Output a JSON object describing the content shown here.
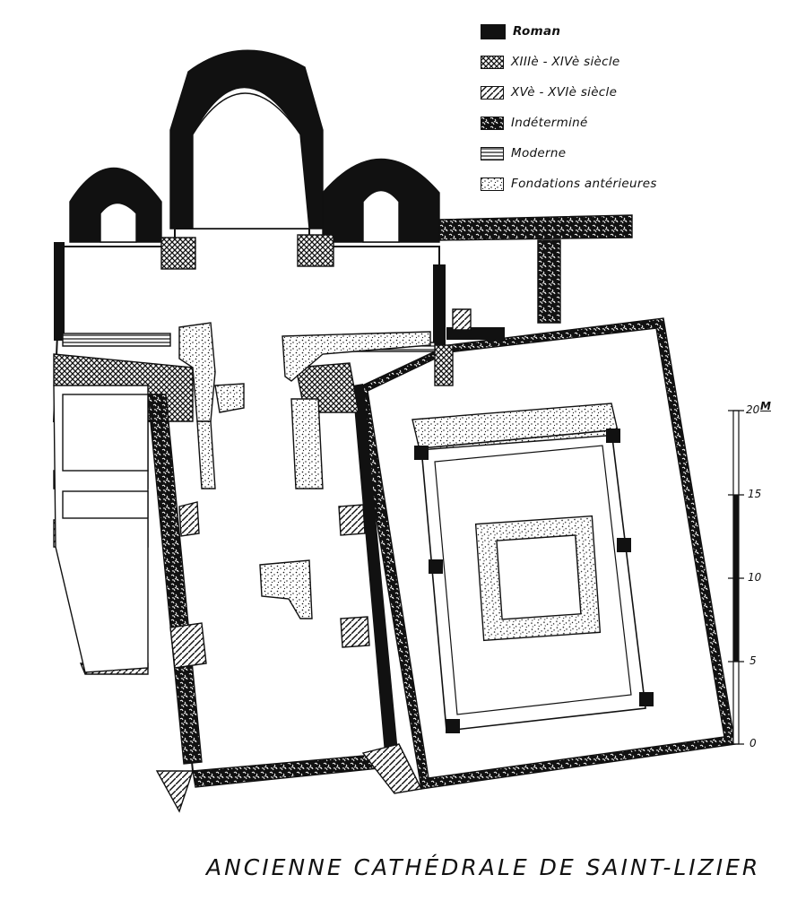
{
  "legend": {
    "items": [
      {
        "label": "Roman",
        "pattern": "solid-black"
      },
      {
        "label": "XIIIè - XIVè siècle",
        "pattern": "crosshatch"
      },
      {
        "label": "XVè - XVIè siècle",
        "pattern": "diagonal-hatch"
      },
      {
        "label": "Indéterminé",
        "pattern": "rubble"
      },
      {
        "label": "Moderne",
        "pattern": "horizontal-lines"
      },
      {
        "label": "Fondations antérieures",
        "pattern": "stipple"
      }
    ]
  },
  "scale": {
    "unit": "M",
    "ticks": [
      "0",
      "5",
      "10",
      "15",
      "20"
    ]
  },
  "title": "ANCIENNE CATHÉDRALE DE SAINT-LIZIER",
  "colors": {
    "ink": "#111111",
    "paper": "#ffffff"
  }
}
